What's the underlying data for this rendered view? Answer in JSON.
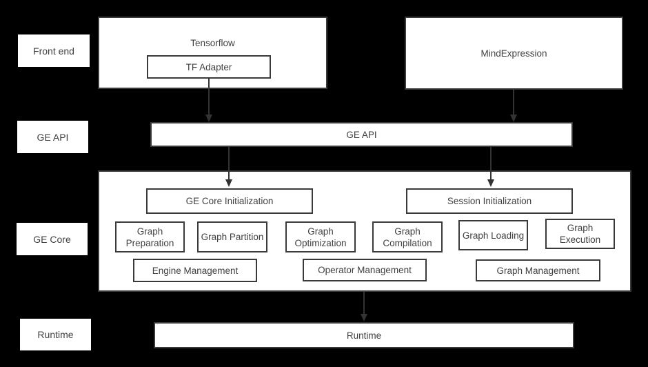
{
  "colors": {
    "background": "#000000",
    "box_fill": "#ffffff",
    "box_border": "#3a3a3a",
    "text": "#404040",
    "arrow": "#333333"
  },
  "side_labels": {
    "front_end": "Front end",
    "ge_api": "GE API",
    "ge_core": "GE Core",
    "runtime": "Runtime"
  },
  "front_end_row": {
    "tensorflow": "Tensorflow",
    "tf_adapter": "TF Adapter",
    "mind_expression": "MindExpression"
  },
  "ge_api_bar": {
    "label": "GE API"
  },
  "ge_core": {
    "init_left": "GE Core Initialization",
    "init_right": "Session Initialization",
    "modules": [
      "Graph Preparation",
      "Graph Partition",
      "Graph Optimization",
      "Graph Compilation",
      "Graph Loading",
      "Graph Execution"
    ],
    "management": [
      "Engine Management",
      "Operator Management",
      "Graph Management"
    ]
  },
  "runtime_bar": {
    "label": "Runtime"
  }
}
